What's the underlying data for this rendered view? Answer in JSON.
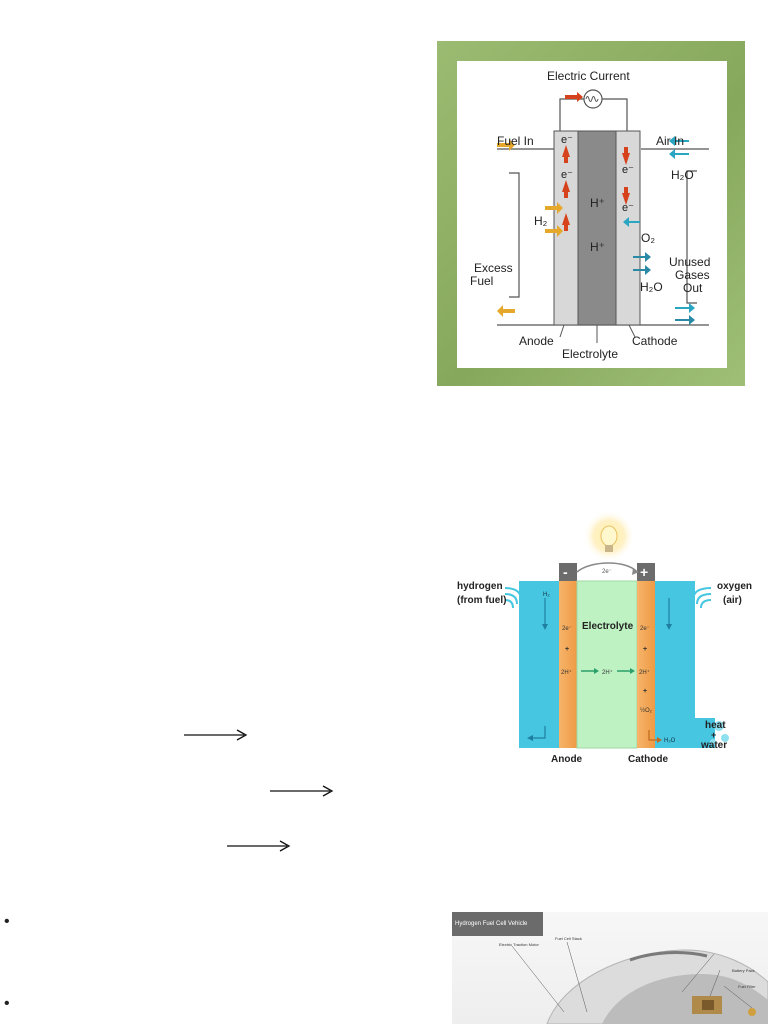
{
  "figure1": {
    "electric_current": "Electric Current",
    "fuel_in": "Fuel In",
    "air_in": "Air In",
    "e_minus": "e⁻",
    "h_plus": "H⁺",
    "h2": "H₂",
    "o2": "O₂",
    "h2o": "H₂O",
    "excess_fuel_line1": "Excess",
    "excess_fuel_line2": "Fuel",
    "unused_line1": "Unused",
    "unused_line2": "Gases",
    "unused_line3": "Out",
    "anode": "Anode",
    "electrolyte": "Electrolyte",
    "cathode": "Cathode",
    "colors": {
      "frame": "#8fb066",
      "fuel_arrow": "#e6a82a",
      "electron_arrow": "#d6421c",
      "air_arrow": "#2aa6c2",
      "electrolyte": "#8a8a8a"
    }
  },
  "figure2": {
    "minus": "-",
    "plus": "+",
    "two_e": "2e⁻",
    "hydrogen_line1": "hydrogen",
    "hydrogen_line2": "(from fuel)",
    "oxygen_line1": "oxygen",
    "oxygen_line2": "(air)",
    "h2": "H₂",
    "electrolyte": "Electrolyte",
    "anode_2e": "2e⁻",
    "anode_plus": "+",
    "anode_2h": "2H⁺",
    "middle_2h": "2H⁺",
    "cathode_2e": "2e⁻",
    "cathode_plus1": "+",
    "cathode_2h": "2H⁺",
    "cathode_plus2": "+",
    "cathode_o2": "½O₂",
    "h2o": "H₂O",
    "heat": "heat",
    "heat_plus": "+",
    "water": "water",
    "anode": "Anode",
    "cathode": "Cathode",
    "colors": {
      "gas": "#46c6e0",
      "electrode": "#f2a24e",
      "electrolyte": "#bff2c2",
      "flow": "#2aa06a"
    }
  },
  "arrows": {
    "symbol": "⟶"
  },
  "bullets": {
    "marker": "•"
  },
  "figure3": {
    "title": "Hydrogen Fuel Cell Vehicle",
    "label_motor": "Electric Traction Motor",
    "label_stack": "Fuel Cell Stack",
    "label_battery": "Battery Pack",
    "label_filler": "Fuel Filler"
  }
}
